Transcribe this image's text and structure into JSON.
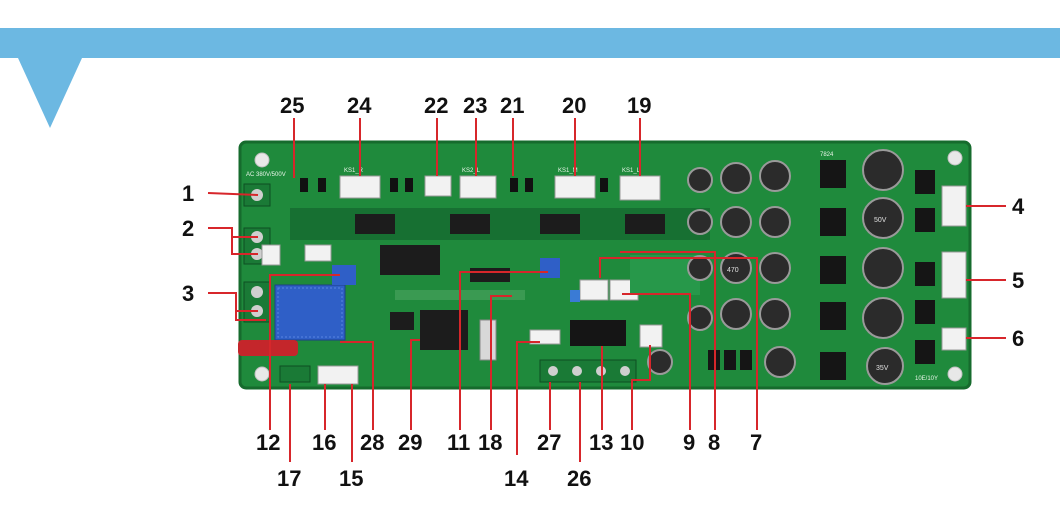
{
  "board_silkscreen": {
    "power_input_label": "AC 380V/500V",
    "conn_label_top_1": "KS1_R",
    "conn_label_top_2": "KS2_L",
    "conn_label_top_3": "KS1_M",
    "conn_label_top_4": "KS1_L",
    "cap_value_1": "470",
    "cap_value_2": "50V",
    "cap_value_3": "35V",
    "regulator_label": "7824",
    "bottom_label": "10E/10Y"
  },
  "callouts": [
    {
      "id": "c1",
      "label": "1"
    },
    {
      "id": "c2",
      "label": "2"
    },
    {
      "id": "c3",
      "label": "3"
    },
    {
      "id": "c4",
      "label": "4"
    },
    {
      "id": "c5",
      "label": "5"
    },
    {
      "id": "c6",
      "label": "6"
    },
    {
      "id": "c7",
      "label": "7"
    },
    {
      "id": "c8",
      "label": "8"
    },
    {
      "id": "c9",
      "label": "9"
    },
    {
      "id": "c10",
      "label": "10"
    },
    {
      "id": "c11",
      "label": "11"
    },
    {
      "id": "c12",
      "label": "12"
    },
    {
      "id": "c13",
      "label": "13"
    },
    {
      "id": "c14",
      "label": "14"
    },
    {
      "id": "c15",
      "label": "15"
    },
    {
      "id": "c16",
      "label": "16"
    },
    {
      "id": "c17",
      "label": "17"
    },
    {
      "id": "c18",
      "label": "18"
    },
    {
      "id": "c19",
      "label": "19"
    },
    {
      "id": "c20",
      "label": "20"
    },
    {
      "id": "c21",
      "label": "21"
    },
    {
      "id": "c22",
      "label": "22"
    },
    {
      "id": "c23",
      "label": "23"
    },
    {
      "id": "c24",
      "label": "24"
    },
    {
      "id": "c25",
      "label": "25"
    },
    {
      "id": "c26",
      "label": "26"
    },
    {
      "id": "c27",
      "label": "27"
    },
    {
      "id": "c28",
      "label": "28"
    },
    {
      "id": "c29",
      "label": "29"
    }
  ],
  "colors": {
    "banner": "#6cb8e2",
    "pcb": "#1f8a3c",
    "pcb_dark": "#166b2d",
    "leader": "#d7262b",
    "connector": "#f2f2f2"
  }
}
